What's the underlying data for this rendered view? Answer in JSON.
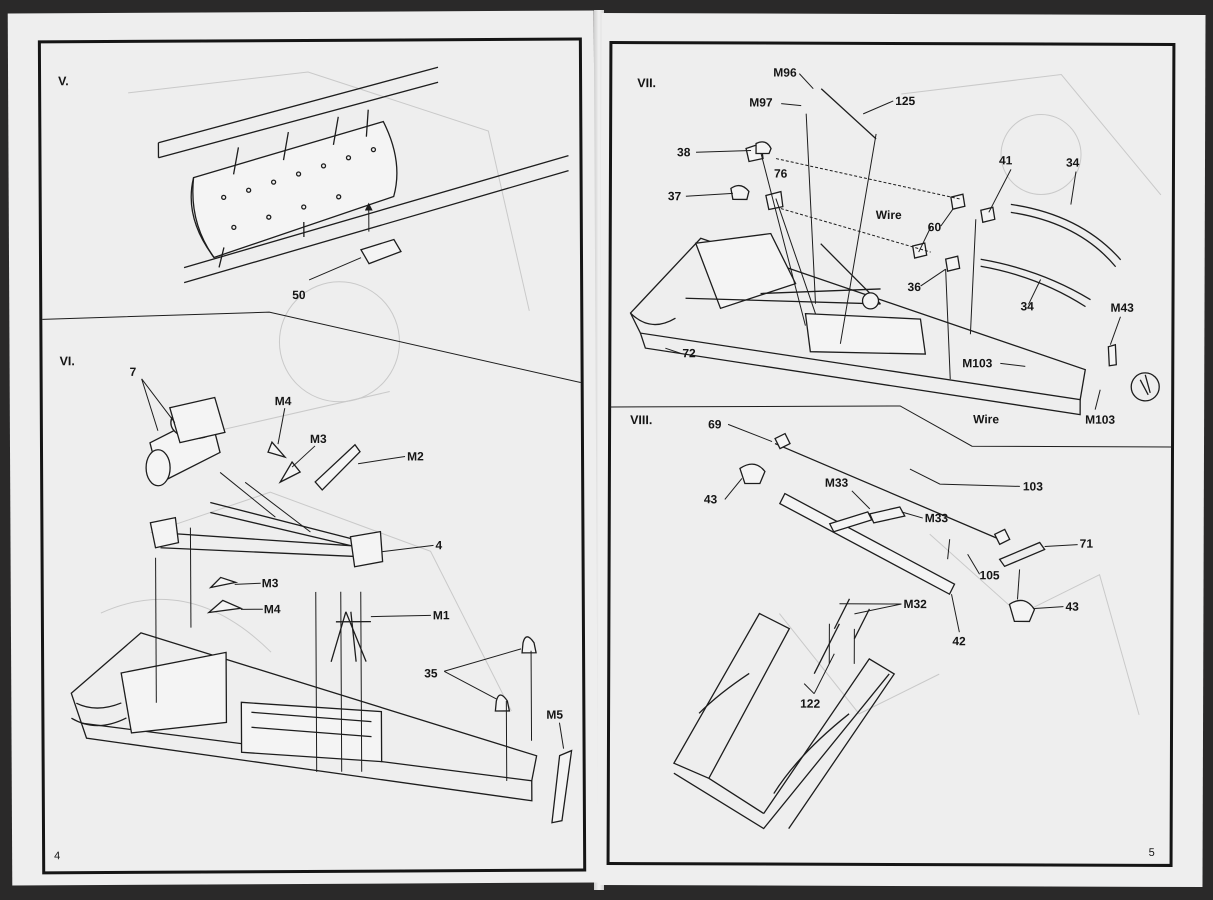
{
  "left_page": {
    "page_number": "4",
    "steps": [
      {
        "id": "V",
        "title": "V.",
        "parts": [
          "50"
        ]
      },
      {
        "id": "VI",
        "title": "VI.",
        "parts": [
          "7",
          "M4",
          "M3",
          "M2",
          "4",
          "M3",
          "M4",
          "M1",
          "35",
          "M5"
        ]
      }
    ]
  },
  "right_page": {
    "page_number": "5",
    "steps": [
      {
        "id": "VII",
        "title": "VII.",
        "parts": [
          "M96",
          "M97",
          "125",
          "38",
          "76",
          "41",
          "34",
          "37",
          "Wire",
          "60",
          "36",
          "34",
          "M43",
          "72",
          "M103",
          "Wire",
          "M103"
        ]
      },
      {
        "id": "VIII",
        "title": "VIII.",
        "parts": [
          "69",
          "43",
          "M33",
          "103",
          "M33",
          "71",
          "105",
          "M32",
          "43",
          "42",
          "122"
        ]
      }
    ]
  },
  "colors": {
    "background": "#2a2929",
    "paper": "#eeeeee",
    "ink": "#151515",
    "ghost": "#c9c9c9"
  }
}
